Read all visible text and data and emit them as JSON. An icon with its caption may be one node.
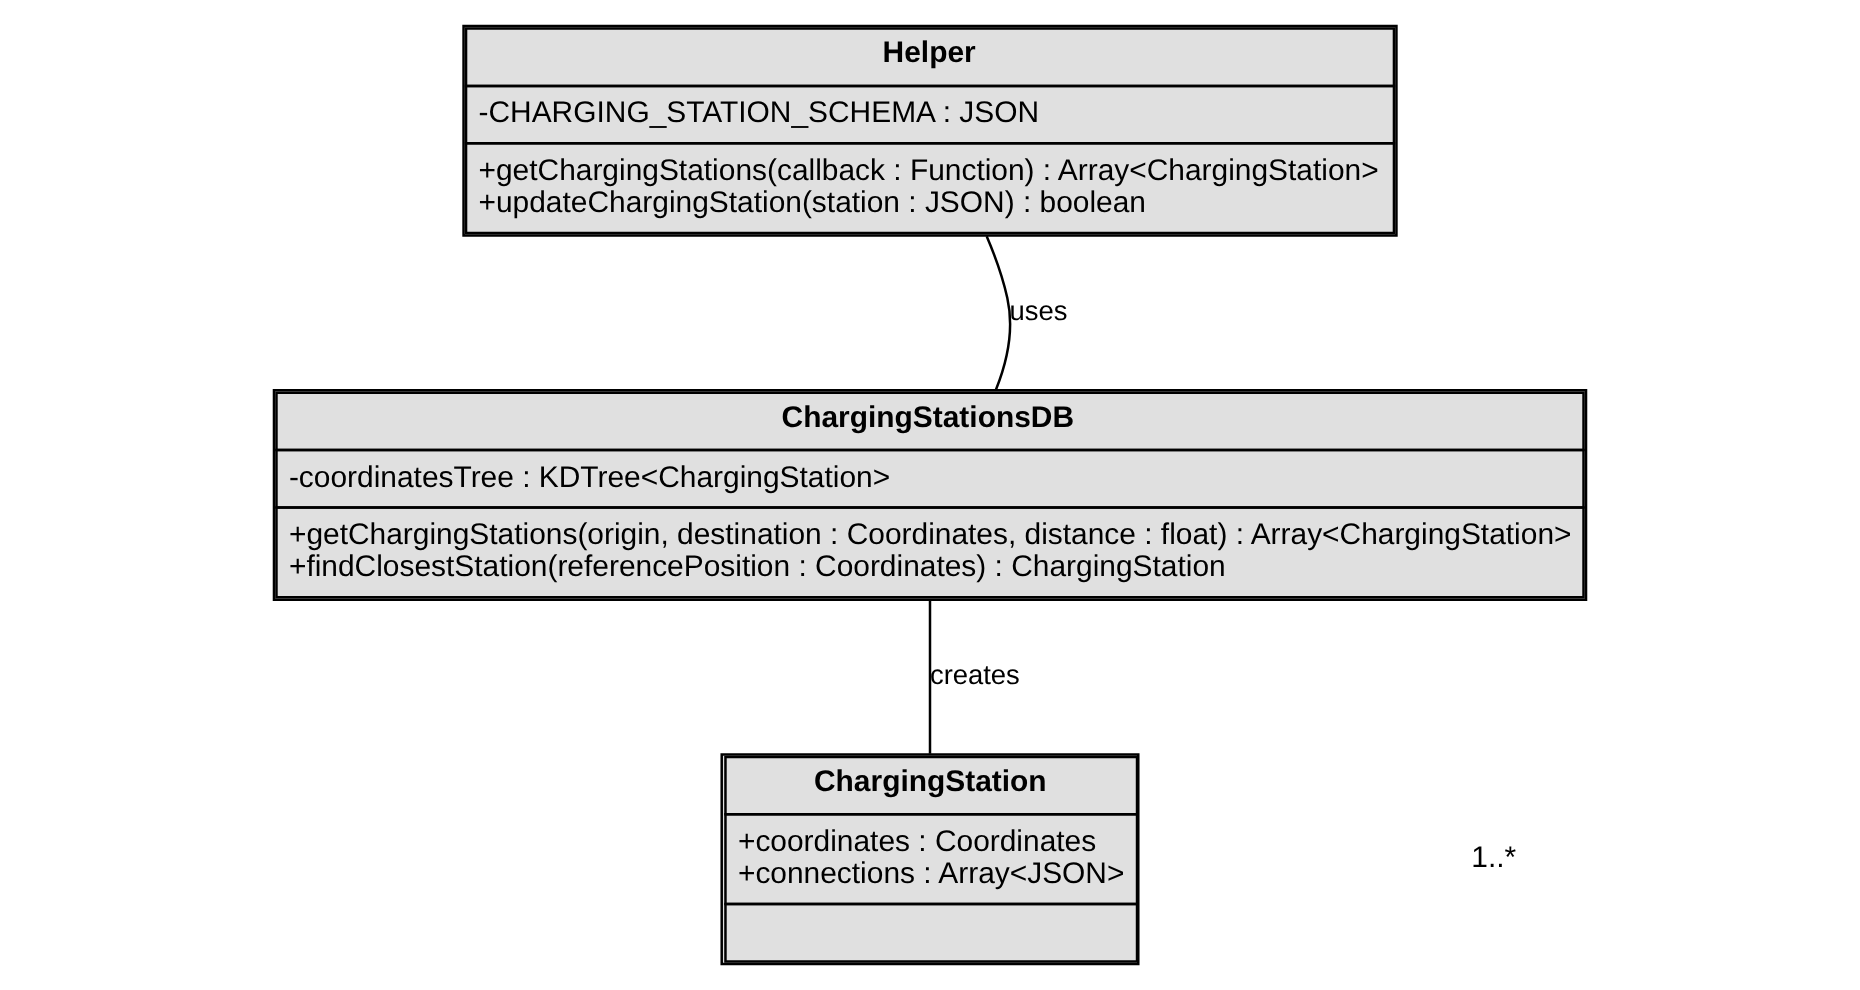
{
  "diagram": {
    "nodes": [
      {
        "text": [
          "Helper",
          "-CHARGING_STATION_SCHEMA : JSON",
          "+getChargingStations(callback : Function) : Array<ChargingStation>",
          "+updateChargingStation(station : JSON) : boolean"
        ]
      },
      {
        "text": [
          "ChargingStationsDB",
          "-coordinatesTree : KDTree<ChargingStation>",
          "+getChargingStations(origin, destination : Coordinates, distance : float) : Array<ChargingStation>",
          "+findClosestStation(referencePosition : Coordinates) : ChargingStation"
        ]
      },
      {
        "text": [
          "ChargingStation",
          "+coordinates : Coordinates",
          "+connections : Array<JSON>"
        ]
      }
    ],
    "edges": [
      {
        "from": 1,
        "to": 0,
        "arrow": "none",
        "label": "uses"
      },
      {
        "from": 1,
        "to": 2,
        "arrow": "none",
        "label": "creates"
      }
    ],
    "labels": [
      "1..*"
    ]
  }
}
